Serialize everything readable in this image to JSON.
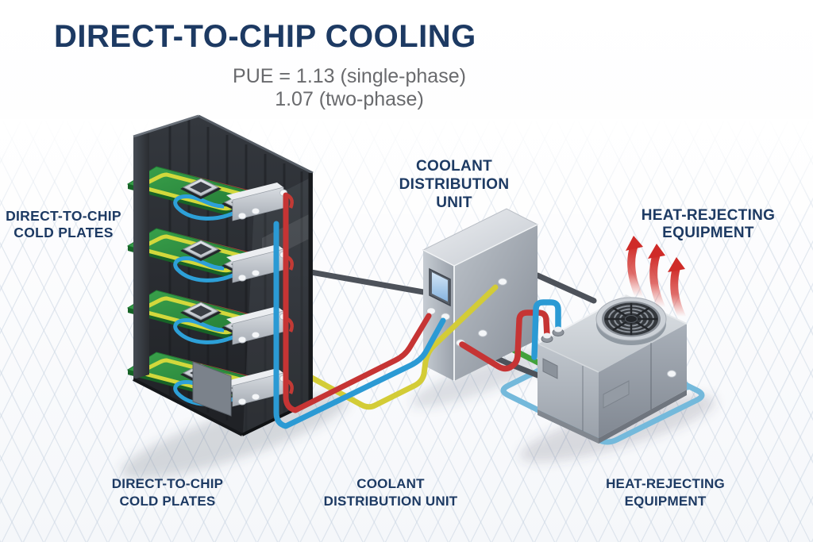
{
  "title": "DIRECT-TO-CHIP COOLING",
  "subtitle": {
    "line1": "PUE = 1.13 (single-phase)",
    "line2": "1.07 (two-phase)"
  },
  "labels": {
    "cold_plates_side": {
      "line1": "DIRECT-TO-CHIP",
      "line2": "COLD PLATES"
    },
    "cdu_top": {
      "line1": "COOLANT",
      "line2": "DISTRIBUTION",
      "line3": "UNIT"
    },
    "hre_top": {
      "line1": "HEAT-REJECTING",
      "line2": "EQUIPMENT"
    },
    "cold_plates_bottom": {
      "line1": "DIRECT-TO-CHIP",
      "line2": "COLD PLATES"
    },
    "cdu_bottom": {
      "line1": "COOLANT",
      "line2": "DISTRIBUTION UNIT"
    },
    "hre_bottom": {
      "line1": "HEAT-REJECTING",
      "line2": "EQUIPMENT"
    }
  },
  "components": {
    "rack": "server rack with direct-to-chip cold plates",
    "cdu": "coolant distribution unit",
    "hre": "heat-rejecting equipment with fan"
  },
  "colors": {
    "title_navy": "#1d3a63",
    "subtitle_gray": "#696a6d",
    "hot_pipe_red": "#c63434",
    "cold_pipe_blue": "#2b9ad4",
    "coolant_pipe_yellow": "#d3cc37",
    "condenser_pipe_green": "#43a13c",
    "facility_pipe_dark": "#4d525a",
    "facility_loop_light_blue": "#74b9db",
    "pcb_green": "#2f9340",
    "heat_arrow_red": "#cf2b28"
  }
}
